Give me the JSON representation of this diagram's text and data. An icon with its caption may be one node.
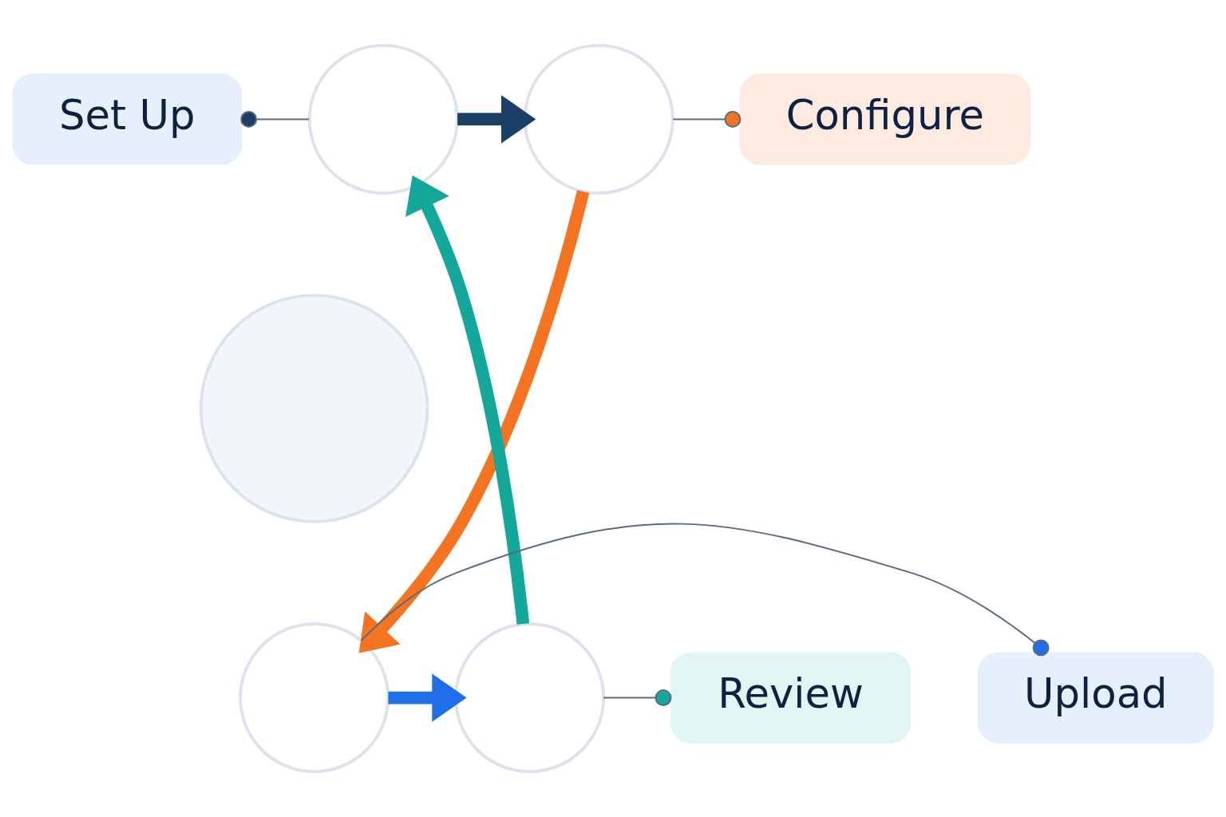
{
  "diagram": {
    "nodes": [
      {
        "text": [
          "Set Up"
        ]
      },
      {
        "text": [
          "Configure"
        ]
      },
      {
        "text": [],
        "shape": "circle"
      },
      {
        "text": [],
        "shape": "circle"
      },
      {
        "text": [],
        "shape": "circle"
      },
      {
        "text": [],
        "shape": "circle"
      },
      {
        "text": [],
        "shape": "circle"
      },
      {
        "text": [
          "Review"
        ]
      },
      {
        "text": [
          "Upload"
        ]
      }
    ],
    "edges": [
      {
        "from": 2,
        "to": 3,
        "arrow": "to",
        "style": "thick",
        "color": "#1b3f66"
      },
      {
        "from": 3,
        "to": 6,
        "arrow": "to",
        "style": "thick",
        "color": "#f47421"
      },
      {
        "from": 6,
        "to": 5,
        "arrow": "to",
        "style": "thick",
        "color": "#1f6fe8"
      },
      {
        "from": 5,
        "to": 2,
        "arrow": "to",
        "style": "thick",
        "color": "#14a89a"
      },
      {
        "from": 0,
        "to": 2,
        "arrow": "other"
      },
      {
        "from": 1,
        "to": 3,
        "arrow": "other"
      },
      {
        "from": 8,
        "to": 6,
        "arrow": "other"
      },
      {
        "from": 7,
        "to": 5,
        "arrow": "other"
      }
    ]
  }
}
